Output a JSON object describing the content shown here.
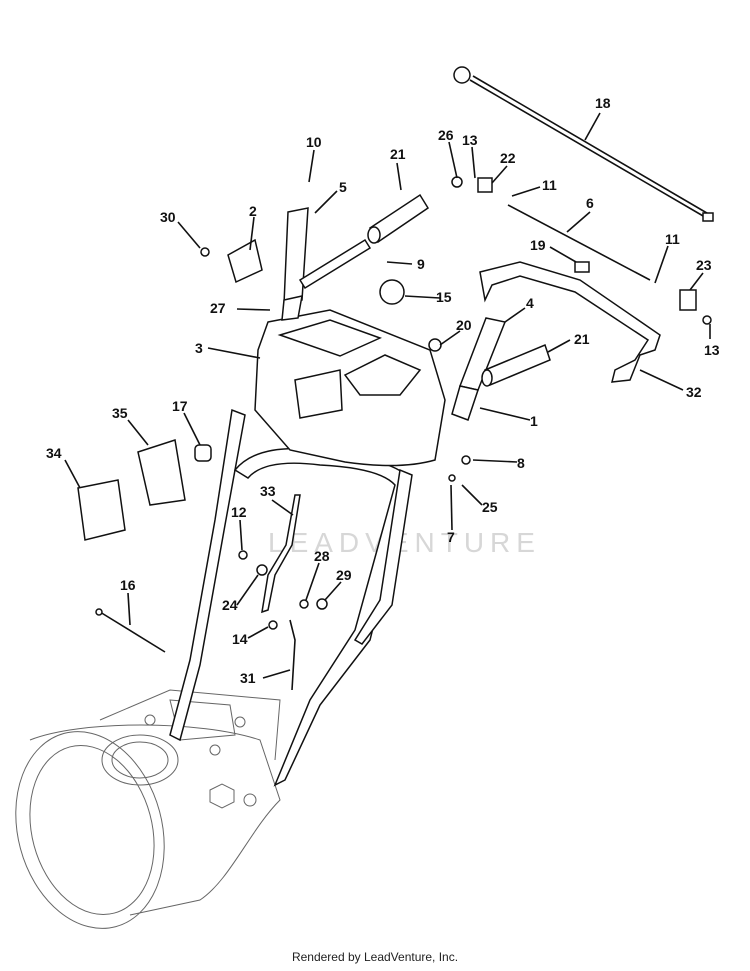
{
  "watermark": "LEADVENTURE",
  "footer": "Rendered by LeadVenture, Inc.",
  "callouts": [
    {
      "id": "18",
      "label": "18"
    },
    {
      "id": "26",
      "label": "26"
    },
    {
      "id": "13a",
      "label": "13"
    },
    {
      "id": "22",
      "label": "22"
    },
    {
      "id": "11a",
      "label": "11"
    },
    {
      "id": "10",
      "label": "10"
    },
    {
      "id": "21a",
      "label": "21"
    },
    {
      "id": "5",
      "label": "5"
    },
    {
      "id": "6",
      "label": "6"
    },
    {
      "id": "30",
      "label": "30"
    },
    {
      "id": "2",
      "label": "2"
    },
    {
      "id": "9",
      "label": "9"
    },
    {
      "id": "19",
      "label": "19"
    },
    {
      "id": "11b",
      "label": "11"
    },
    {
      "id": "23",
      "label": "23"
    },
    {
      "id": "27",
      "label": "27"
    },
    {
      "id": "15",
      "label": "15"
    },
    {
      "id": "4",
      "label": "4"
    },
    {
      "id": "20",
      "label": "20"
    },
    {
      "id": "13b",
      "label": "13"
    },
    {
      "id": "3",
      "label": "3"
    },
    {
      "id": "21b",
      "label": "21"
    },
    {
      "id": "32",
      "label": "32"
    },
    {
      "id": "35",
      "label": "35"
    },
    {
      "id": "17",
      "label": "17"
    },
    {
      "id": "1",
      "label": "1"
    },
    {
      "id": "8",
      "label": "8"
    },
    {
      "id": "34",
      "label": "34"
    },
    {
      "id": "25",
      "label": "25"
    },
    {
      "id": "33",
      "label": "33"
    },
    {
      "id": "12",
      "label": "12"
    },
    {
      "id": "7",
      "label": "7"
    },
    {
      "id": "28",
      "label": "28"
    },
    {
      "id": "29",
      "label": "29"
    },
    {
      "id": "24",
      "label": "24"
    },
    {
      "id": "16",
      "label": "16"
    },
    {
      "id": "14",
      "label": "14"
    },
    {
      "id": "31",
      "label": "31"
    }
  ]
}
